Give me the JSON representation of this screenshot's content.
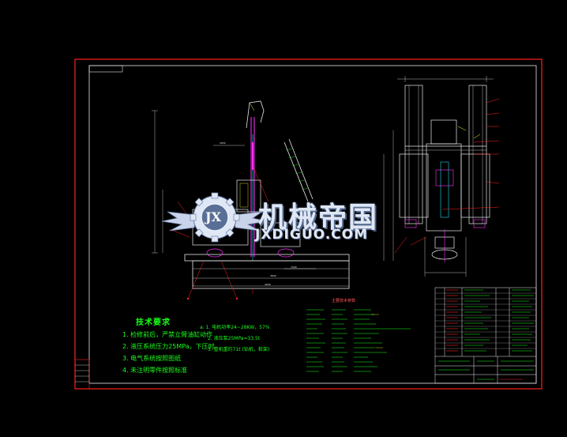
{
  "watermark": {
    "logo_letters": "JX",
    "chinese_text": "机械帝国",
    "domain_text": "JXDIGUO.COM"
  },
  "tech_requirements": {
    "title": "技术要求",
    "items": [
      "1. 检修前后，严禁立臂油缸动作",
      "2. 液压系统压力25MPa，下压时",
      "3. 电气系统按照图纸",
      "4. 未注明零件按照标准"
    ]
  },
  "specs": [
    "a: 1. 电机功率24~28KW，57%",
    "2. 液压泵25MPa=33.5t",
    "3. 整机重约71t (钻机，桩架)"
  ],
  "notes_table": {
    "title": "主要技术参数"
  },
  "colors": {
    "frame": "#ff2020",
    "line_white": "#e8e8e8",
    "line_cyan": "#22d5f0",
    "line_magenta": "#ff33ff",
    "line_green": "#1aff1a",
    "line_yellow": "#ffff33"
  }
}
